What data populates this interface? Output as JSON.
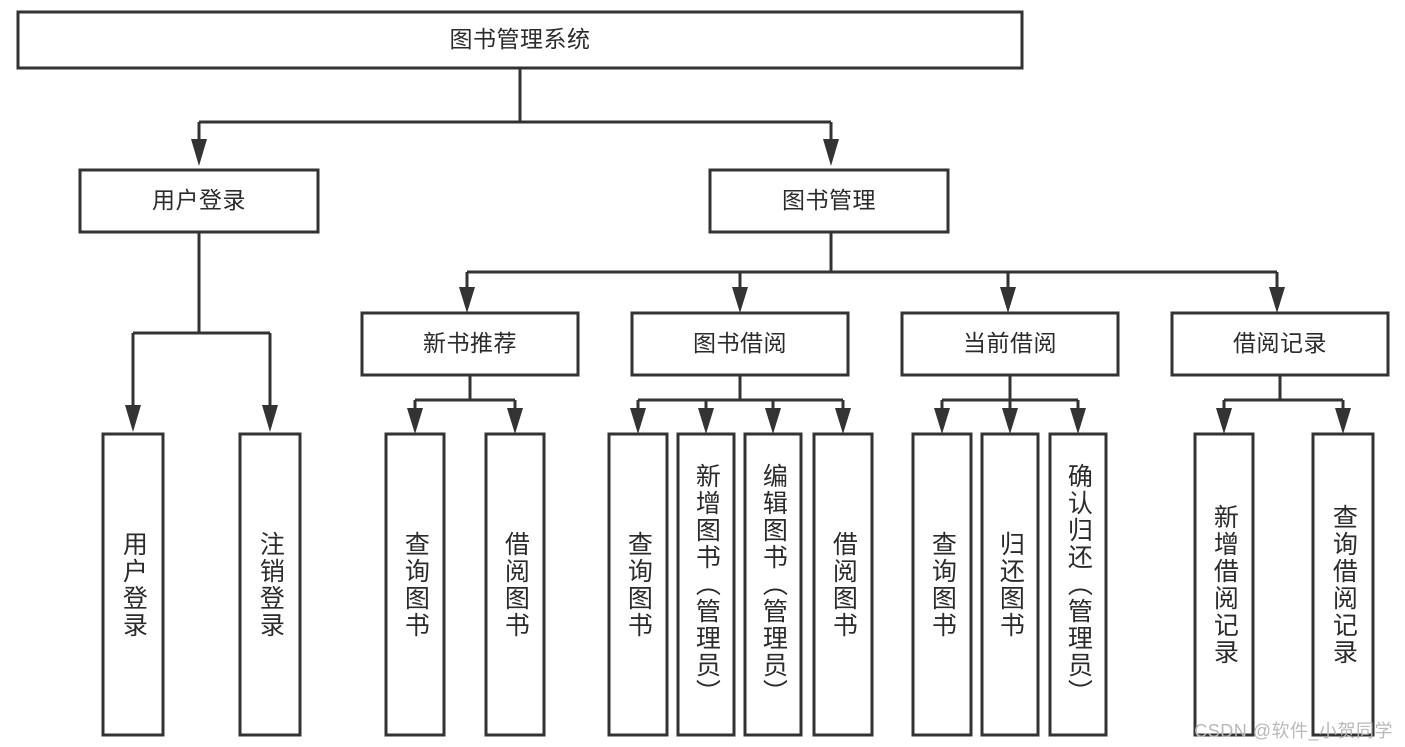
{
  "diagram": {
    "type": "tree-hierarchy",
    "title": "图书管理系统",
    "watermark": "CSDN @软件_小贺同学",
    "colors": {
      "stroke": "#333333",
      "fill": "#ffffff",
      "text": "#2b2b2b",
      "watermark": "#b9b9b9",
      "background": "#ffffff"
    },
    "levels": {
      "level1": "系统根节点",
      "level2": "主模块",
      "level3": "子模块",
      "level4": "功能项"
    },
    "nodes": {
      "root": {
        "label": "图书管理系统",
        "orientation": "horizontal"
      },
      "level2": [
        {
          "id": "user-login",
          "label": "用户登录",
          "orientation": "horizontal"
        },
        {
          "id": "book-manage",
          "label": "图书管理",
          "orientation": "horizontal"
        }
      ],
      "level3": [
        {
          "id": "new-book-recommend",
          "label": "新书推荐",
          "orientation": "horizontal"
        },
        {
          "id": "book-borrow",
          "label": "图书借阅",
          "orientation": "horizontal"
        },
        {
          "id": "current-borrow",
          "label": "当前借阅",
          "orientation": "horizontal"
        },
        {
          "id": "borrow-record",
          "label": "借阅记录",
          "orientation": "horizontal"
        }
      ],
      "leaves": [
        {
          "id": "leaf-user-login",
          "parent": "user-login",
          "label": "用户登录",
          "orientation": "vertical"
        },
        {
          "id": "leaf-logout",
          "parent": "user-login",
          "label": "注销登录",
          "orientation": "vertical"
        },
        {
          "id": "leaf-query-book-1",
          "parent": "new-book-recommend",
          "label": "查询图书",
          "orientation": "vertical"
        },
        {
          "id": "leaf-borrow-book-1",
          "parent": "new-book-recommend",
          "label": "借阅图书",
          "orientation": "vertical"
        },
        {
          "id": "leaf-query-book-2",
          "parent": "book-borrow",
          "label": "查询图书",
          "orientation": "vertical"
        },
        {
          "id": "leaf-add-book",
          "parent": "book-borrow",
          "label": "新增图书（管理员）",
          "orientation": "vertical"
        },
        {
          "id": "leaf-edit-book",
          "parent": "book-borrow",
          "label": "编辑图书（管理员）",
          "orientation": "vertical"
        },
        {
          "id": "leaf-borrow-book-2",
          "parent": "book-borrow",
          "label": "借阅图书",
          "orientation": "vertical"
        },
        {
          "id": "leaf-query-book-3",
          "parent": "current-borrow",
          "label": "查询图书",
          "orientation": "vertical"
        },
        {
          "id": "leaf-return-book",
          "parent": "current-borrow",
          "label": "归还图书",
          "orientation": "vertical"
        },
        {
          "id": "leaf-confirm-return",
          "parent": "current-borrow",
          "label": "确认归还（管理员）",
          "orientation": "vertical"
        },
        {
          "id": "leaf-add-record",
          "parent": "borrow-record",
          "label": "新增借阅记录",
          "orientation": "vertical"
        },
        {
          "id": "leaf-query-record",
          "parent": "borrow-record",
          "label": "查询借阅记录",
          "orientation": "vertical"
        }
      ]
    }
  }
}
